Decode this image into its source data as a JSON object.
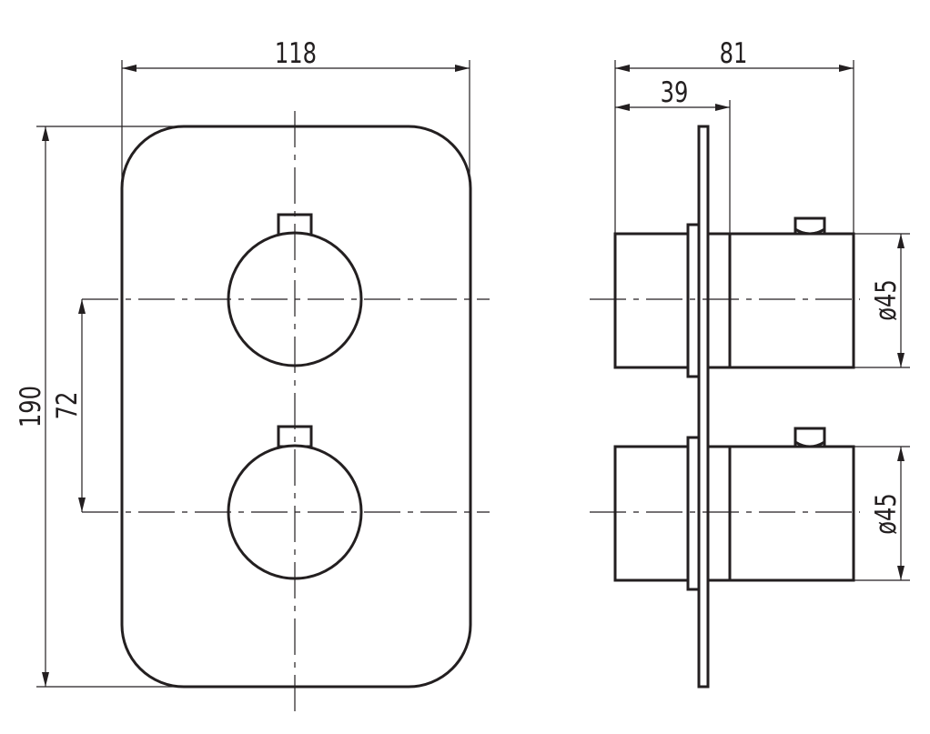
{
  "dimensions": {
    "width": "118",
    "height": "190",
    "spacing": "72",
    "depth": "81",
    "depth_plate": "39",
    "diameter_top": "ø45",
    "diameter_bottom": "ø45"
  }
}
